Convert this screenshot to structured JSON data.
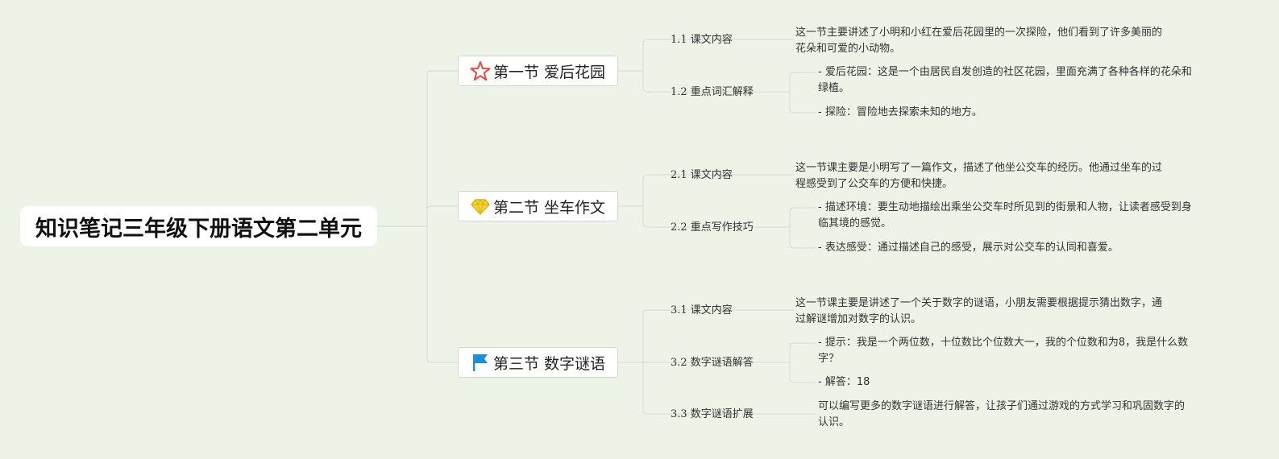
{
  "root": {
    "title": "知识笔记三年级下册语文第二单元"
  },
  "sections": [
    {
      "title": "第一节 爱后花园",
      "icon": "star-icon",
      "subs": [
        {
          "label": "1.1 课文内容",
          "details": [
            "这一节主要讲述了小明和小红在爱后花园里的一次探险，他们看到了许多美丽的\n花朵和可爱的小动物。"
          ]
        },
        {
          "label": "1.2 重点词汇解释",
          "details": [
            "- 爱后花园：这是一个由居民自发创造的社区花园，里面充满了各种各样的花朵和\n绿植。",
            "- 探险：冒险地去探索未知的地方。"
          ]
        }
      ]
    },
    {
      "title": "第二节 坐车作文",
      "icon": "diamond-icon",
      "subs": [
        {
          "label": "2.1 课文内容",
          "details": [
            "这一节课主要是小明写了一篇作文，描述了他坐公交车的经历。他通过坐车的过\n程感受到了公交车的方便和快捷。"
          ]
        },
        {
          "label": "2.2 重点写作技巧",
          "details": [
            "- 描述环境：要生动地描绘出乘坐公交车时所见到的街景和人物，让读者感受到身\n临其境的感觉。",
            "- 表达感受：通过描述自己的感受，展示对公交车的认同和喜爱。"
          ]
        }
      ]
    },
    {
      "title": "第三节 数字谜语",
      "icon": "flag-icon",
      "subs": [
        {
          "label": "3.1 课文内容",
          "details": [
            "这一节课主要是讲述了一个关于数字的谜语，小朋友需要根据提示猜出数字，通\n过解谜增加对数字的认识。"
          ]
        },
        {
          "label": "3.2 数字谜语解答",
          "details": [
            "- 提示：我是一个两位数，十位数比个位数大一，我的个位数和为8，我是什么数\n字？",
            "- 解答：18"
          ]
        },
        {
          "label": "3.3 数字谜语扩展",
          "details": [
            "可以编写更多的数字谜语进行解答，让孩子们通过游戏的方式学习和巩固数字的\n认识。"
          ]
        }
      ]
    }
  ],
  "colors": {
    "background": "#edf4e7",
    "line": "#d8d8d8",
    "star": "#e8493a",
    "diamond": "#f2d21a",
    "flag": "#1a8fd6"
  }
}
